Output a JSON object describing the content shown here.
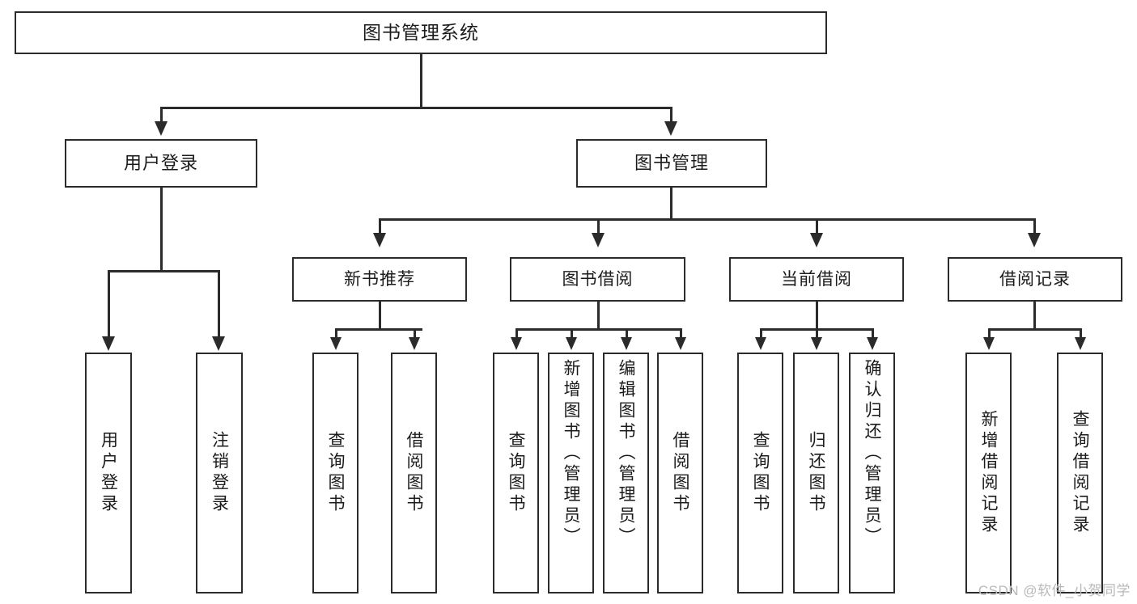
{
  "diagram": {
    "title": "图书管理系统",
    "type": "hierarchy-tree",
    "root": {
      "label": "图书管理系统"
    },
    "level2": [
      {
        "label": "用户登录"
      },
      {
        "label": "图书管理"
      }
    ],
    "level3": [
      {
        "label": "新书推荐"
      },
      {
        "label": "图书借阅"
      },
      {
        "label": "当前借阅"
      },
      {
        "label": "借阅记录"
      }
    ],
    "leaves": [
      {
        "label": "用户登录",
        "parent": "用户登录"
      },
      {
        "label": "注销登录",
        "parent": "用户登录"
      },
      {
        "label": "查询图书",
        "parent": "新书推荐"
      },
      {
        "label": "借阅图书",
        "parent": "新书推荐"
      },
      {
        "label": "查询图书",
        "parent": "图书借阅"
      },
      {
        "label": "新增图书（管理员）",
        "parent": "图书借阅"
      },
      {
        "label": "编辑图书（管理员）",
        "parent": "图书借阅"
      },
      {
        "label": "借阅图书",
        "parent": "图书借阅"
      },
      {
        "label": "查询图书",
        "parent": "当前借阅"
      },
      {
        "label": "归还图书",
        "parent": "当前借阅"
      },
      {
        "label": "确认归还（管理员）",
        "parent": "当前借阅"
      },
      {
        "label": "新增借阅记录",
        "parent": "借阅记录"
      },
      {
        "label": "查询借阅记录",
        "parent": "借阅记录"
      }
    ]
  },
  "watermark": {
    "text": "CSDN @软件_小贺同学"
  },
  "colors": {
    "stroke": "#2b2b2b",
    "text": "#1b1b1b",
    "background": "#ffffff",
    "watermark": "#b9b9b9"
  }
}
